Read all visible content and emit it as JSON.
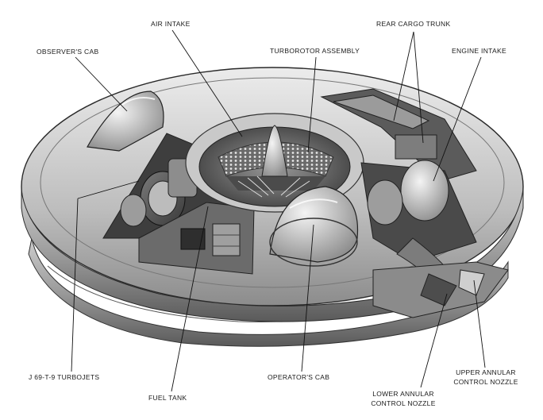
{
  "labels": {
    "air_intake": "AIR INTAKE",
    "rear_cargo_trunk": "REAR CARGO TRUNK",
    "observers_cab": "OBSERVER'S CAB",
    "turborotor_assembly": "TURBOROTOR ASSEMBLY",
    "engine_intake": "ENGINE INTAKE",
    "turbojets": "J 69-T-9 TURBOJETS",
    "fuel_tank": "FUEL TANK",
    "operators_cab": "OPERATOR'S CAB",
    "lower_annular_control_nozzle": [
      "LOWER ANNULAR",
      "CONTROL NOZZLE"
    ],
    "upper_annular_control_nozzle": [
      "UPPER ANNULAR",
      "CONTROL NOZZLE"
    ]
  },
  "colors": {
    "background": "#ffffff",
    "metal_light": "#d9d9d9",
    "metal_mid": "#a8a8a8",
    "metal_dark": "#5e5e5e",
    "line": "#1a1a1a"
  }
}
